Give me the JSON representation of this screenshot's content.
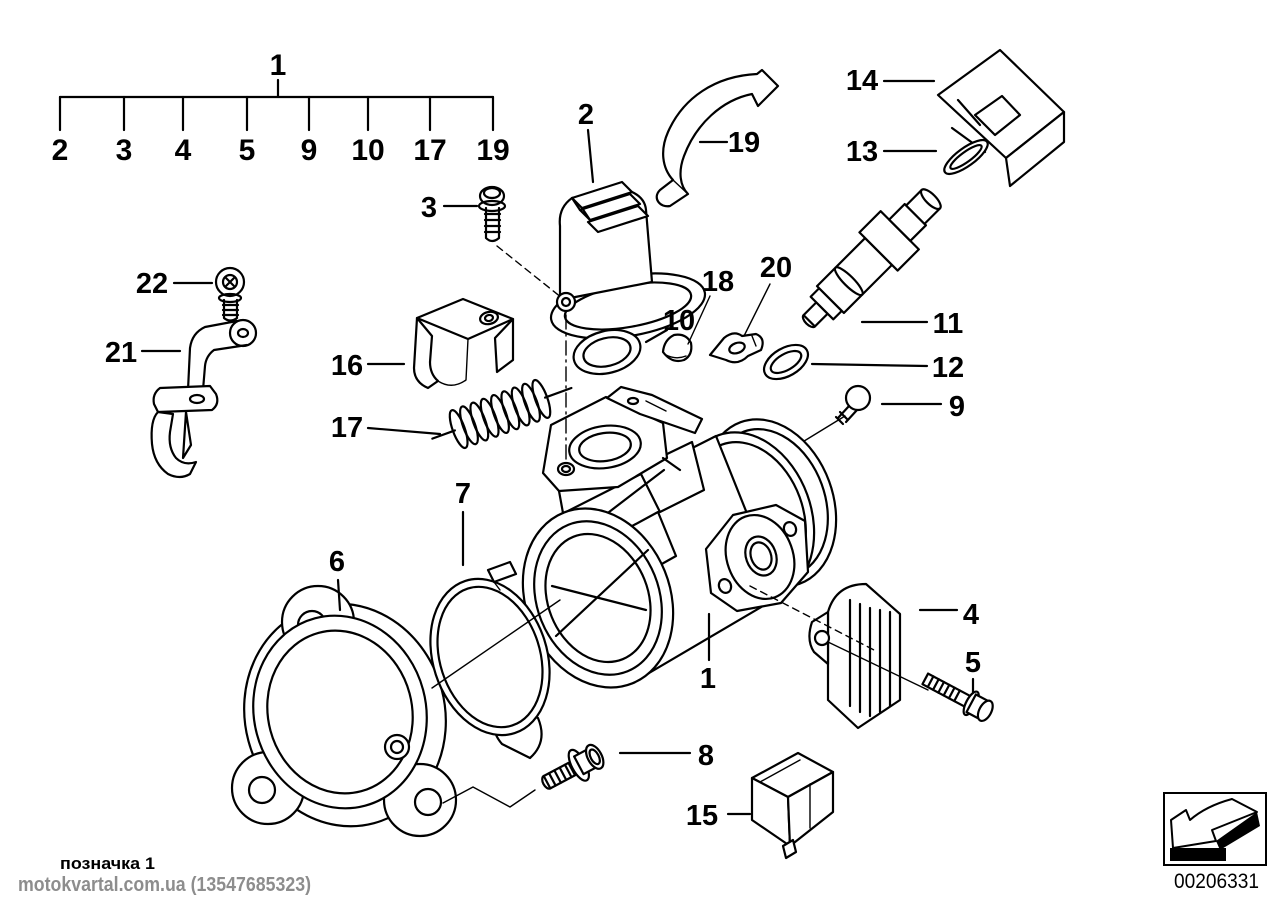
{
  "colors": {
    "ink": "#000000",
    "background": "#ffffff",
    "note_blue": "#2b2bd0",
    "watermark_gray": "#8d8d8d"
  },
  "legend_tree": {
    "parent": "1",
    "children": [
      "2",
      "3",
      "4",
      "5",
      "9",
      "10",
      "17",
      "19"
    ]
  },
  "callouts": {
    "c1": "1",
    "c2": "2",
    "c3": "3",
    "c4": "4",
    "c5": "5",
    "c6": "6",
    "c7": "7",
    "c8": "8",
    "c9": "9",
    "c10": "10",
    "c11": "11",
    "c12": "12",
    "c13": "13",
    "c14": "14",
    "c15": "15",
    "c16": "16",
    "c17": "17",
    "c18": "18",
    "c19": "19",
    "c20": "20",
    "c21": "21",
    "c22": "22"
  },
  "footer": {
    "note_link": "позначка 1",
    "watermark": "motokvartal.com.ua (13547685323)"
  },
  "stamp": {
    "code": "00206331",
    "icon": "corner-arrow-icon"
  }
}
